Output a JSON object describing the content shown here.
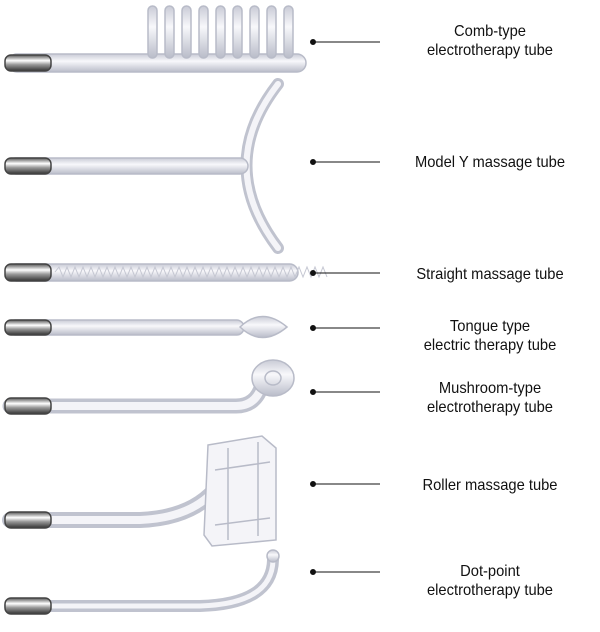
{
  "items": [
    {
      "line1": "Comb-type",
      "line2": "electrotherapy tube"
    },
    {
      "line1": "Model Y massage tube"
    },
    {
      "line1": "Straight massage tube"
    },
    {
      "line1": "Tongue type",
      "line2": "electric therapy tube"
    },
    {
      "line1": "Mushroom-type",
      "line2": "electrotherapy tube"
    },
    {
      "line1": "Roller massage tube"
    },
    {
      "line1": "Dot-point",
      "line2": "electrotherapy tube"
    }
  ]
}
